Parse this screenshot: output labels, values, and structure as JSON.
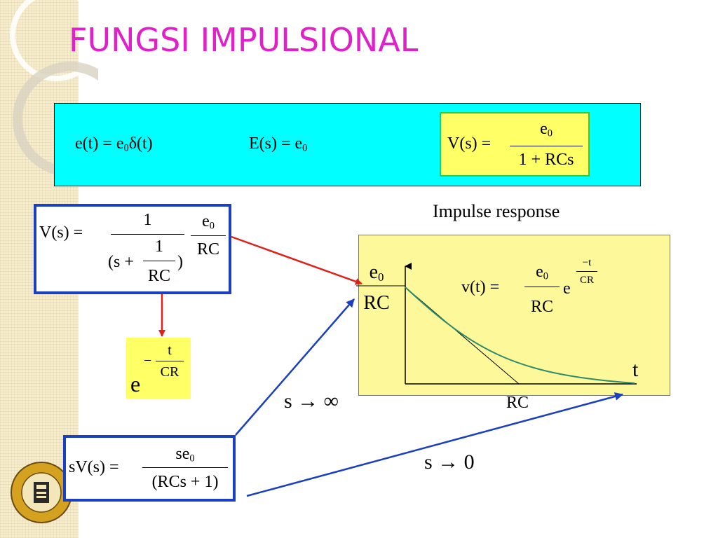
{
  "slide": {
    "title": "FUNGSI IMPULSIONAL",
    "colors": {
      "title": "#e020c8",
      "top_box": "#00ffff",
      "highlight": "#ffff66",
      "plot_bg": "#fdf89a",
      "blue_border": "#1a3fc0",
      "red_arrow": "#e0201a",
      "blue_arrow": "#1a3fc0",
      "curve": "#2e8b6b"
    }
  },
  "top_box": {
    "eq1": {
      "lhs": "e(t) = e",
      "sub": "0",
      "rhs": "δ(t)"
    },
    "eq2": {
      "lhs": "E(s) = e",
      "sub": "0"
    },
    "eq3": {
      "lhs": "V(s) =",
      "num": "e",
      "num_sub": "0",
      "den": "1 + RCs"
    }
  },
  "left_box": {
    "lhs": "V(s) =",
    "num1": "1",
    "den1_open": "(s +",
    "den1_num": "1",
    "den1_den": "RC",
    "den1_close": ")",
    "num2": "e",
    "num2_sub": "0",
    "den2": "RC"
  },
  "exp_box": {
    "base": "e",
    "sign": "−",
    "num": "t",
    "den": "CR"
  },
  "bottom_box": {
    "lhs": "sV(s) =",
    "num": "se",
    "num_sub": "0",
    "den": "(RCs + 1)"
  },
  "impulse_label": "Impulse response",
  "plot": {
    "y_label_num": "e",
    "y_label_sub": "0",
    "y_label_den": "RC",
    "eq_lhs": "v(t) =",
    "eq_num": "e",
    "eq_num_sub": "0",
    "eq_den": "RC",
    "eq_base": "e",
    "eq_exp_num": "−t",
    "eq_exp_den": "CR",
    "t_label": "t",
    "rc_label": "RC"
  },
  "limits": {
    "s_inf": "s → ∞",
    "s_zero": "s → 0"
  }
}
